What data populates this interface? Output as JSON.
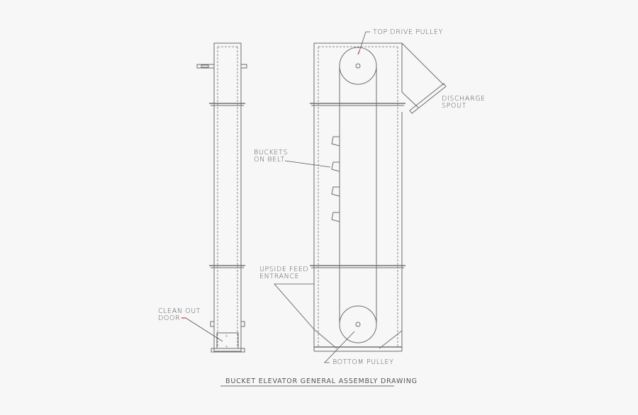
{
  "drawing": {
    "title": "BUCKET ELEVATOR GENERAL ASSEMBLY DRAWING",
    "labels": {
      "top_drive_pulley": "TOP DRIVE PULLEY",
      "discharge_line1": "DISCHARGE",
      "discharge_line2": "SPOUT",
      "buckets_line1": "BUCKETS",
      "buckets_line2": "ON BELT",
      "feed_line1": "UPSIDE FEED",
      "feed_line2": "ENTRANCE",
      "clean_line1": "CLEAN OUT",
      "clean_line2": "DOOR",
      "bottom_pulley": "BOTTOM PULLEY"
    },
    "views": [
      "side-view",
      "front-view"
    ],
    "colors": {
      "background": "#f7f7f7",
      "line": "#6e6e6e",
      "highlight": "#e03030"
    }
  }
}
